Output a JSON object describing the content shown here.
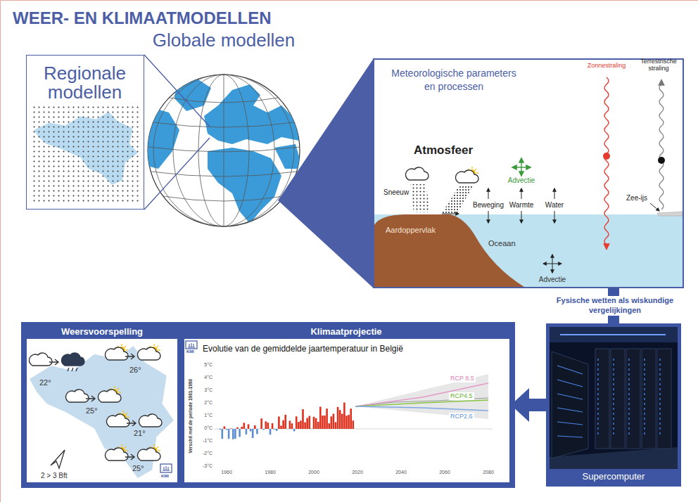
{
  "diagram": {
    "title": "WEER- EN KLIMAATMODELLEN",
    "nodes": [
      {
        "text": [
          "Regionale modellen"
        ]
      },
      {
        "text": [
          "Globale modellen"
        ]
      },
      {
        "text": [
          "Meteorologische parameters en processen"
        ]
      },
      {
        "text": [
          "Weersvoorspelling"
        ]
      },
      {
        "text": [
          "Klimaatprojectie",
          "Evolutie van de gemiddelde jaartemperatuur in België"
        ]
      },
      {
        "text": [
          "Supercomputer"
        ]
      }
    ],
    "edges": [
      {
        "from": 0,
        "to": 1,
        "arrow": "none"
      },
      {
        "from": 1,
        "to": 2,
        "arrow": "none"
      },
      {
        "from": 2,
        "to": 5,
        "label": "Fysische wetten als wiskundige vergelijkingen",
        "arrow": "none"
      },
      {
        "from": 5,
        "to": 4,
        "arrow": "to"
      }
    ],
    "labels": [
      "Atmosfeer",
      "Sneeuw",
      "Advectie",
      "Beweging",
      "Warmte",
      "Water",
      "Zonnestraling",
      "Terrestrische straling",
      "Zee-ijs",
      "Aardoppervlak",
      "Oceaan",
      "Advectie",
      "22°",
      "26°",
      "25°",
      "21°",
      "25°",
      "2 > 3 Bft",
      "KMI",
      "KMI",
      "5°C",
      "4°C",
      "3°C",
      "2°C",
      "1°C",
      "0°C",
      "-1°C",
      "-2°C",
      "-3°C",
      "1960",
      "1980",
      "2000",
      "2020",
      "2040",
      "2060",
      "2080",
      "Verschil met de periode 1961-1990",
      "RCP 8.5",
      "RCP4.5",
      "RCP2.6"
    ]
  }
}
